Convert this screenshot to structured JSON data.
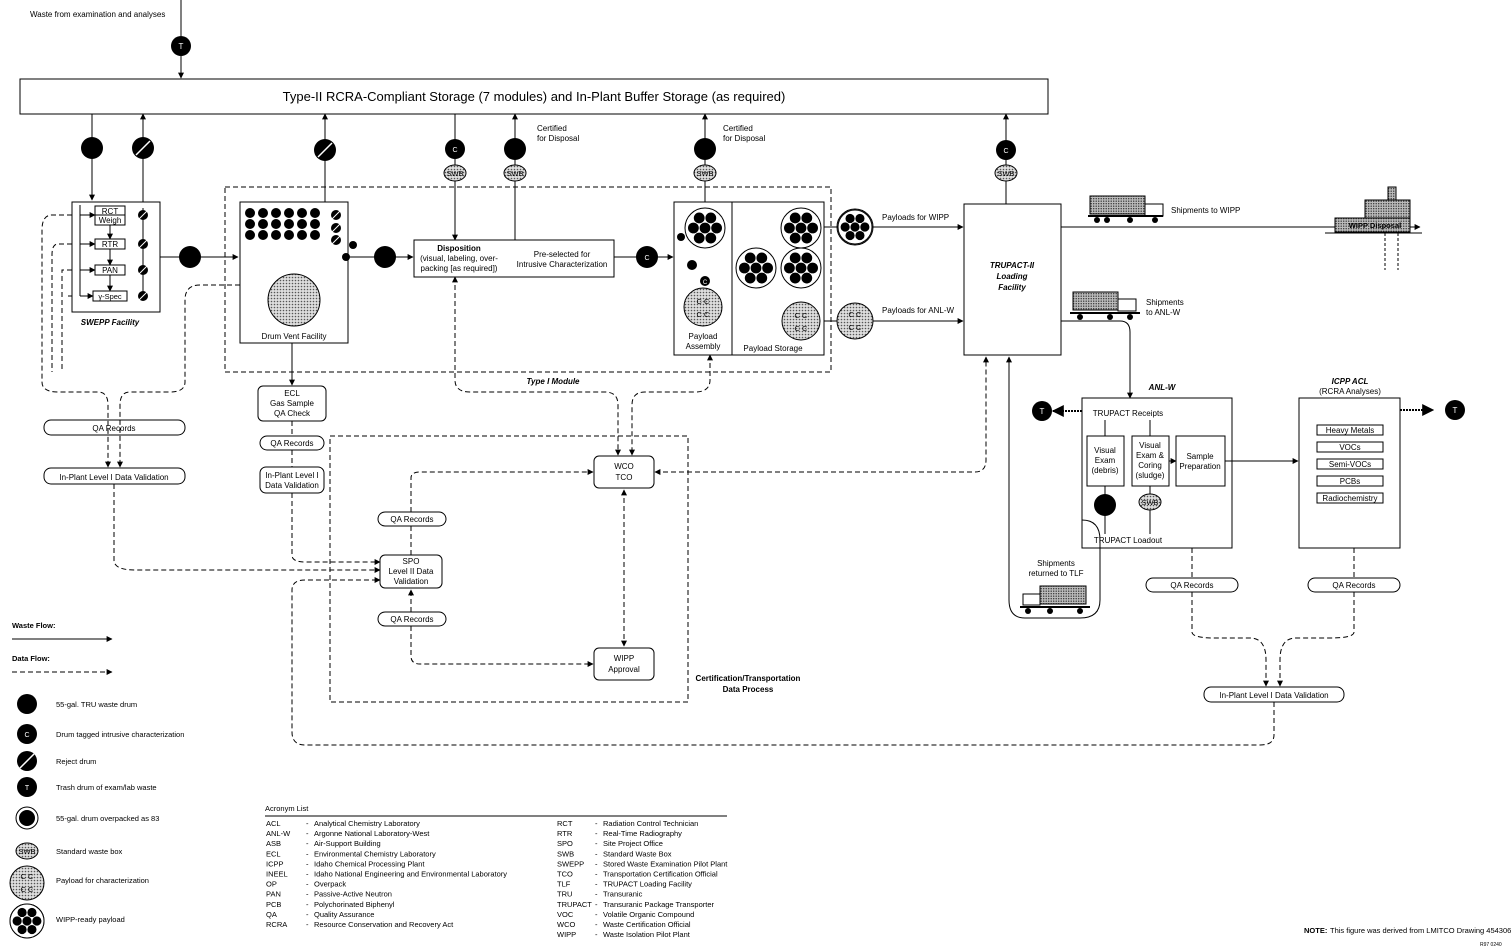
{
  "storage": {
    "title": "Type-II RCRA-Compliant Storage (7 modules) and In-Plant Buffer Storage (as required)"
  },
  "top": {
    "waste_from": "Waste from examination and analyses"
  },
  "certified": {
    "line1": "Certified",
    "line2": "for Disposal"
  },
  "swepp": {
    "label": "SWEPP Facility",
    "rct": "RCT",
    "weigh": "Weigh",
    "rtr": "RTR",
    "pan": "PAN",
    "gamma": "γ-Spec"
  },
  "drumvent": {
    "label": "Drum Vent Facility"
  },
  "disposition": {
    "title": "Disposition",
    "l1": "(visual, labeling, over-",
    "l2": "packing [as required])",
    "pre1": "Pre-selected for",
    "pre2": "Intrusive Characterization"
  },
  "payload": {
    "assembly1": "Payload",
    "assembly2": "Assembly",
    "storage": "Payload Storage"
  },
  "type1": "Type I Module",
  "arrows": {
    "wipp": "Payloads for WIPP",
    "anlw": "Payloads for ANL-W",
    "ship_wipp": "Shipments to WIPP",
    "ship_anl1": "Shipments",
    "ship_anl2": "to ANL-W"
  },
  "trupact": {
    "l1": "TRUPACT-II",
    "l2": "Loading",
    "l3": "Facility"
  },
  "wipp_disposal": "WIPP Disposal",
  "ecl": {
    "l1": "ECL",
    "l2": "Gas Sample",
    "l3": "QA Check"
  },
  "qa_records": "QA Records",
  "inplant1": "In-Plant Level I Data Validation",
  "inplant2": {
    "l1": "In-Plant Level I",
    "l2": "Data Validation"
  },
  "wco": {
    "l1": "WCO",
    "l2": "TCO"
  },
  "spo": {
    "l1": "SPO",
    "l2": "Level II Data",
    "l3": "Validation"
  },
  "wipp_appr": {
    "l1": "WIPP",
    "l2": "Approval"
  },
  "cert": {
    "l1": "Certification/Transportation",
    "l2": "Data Process"
  },
  "anlw": {
    "title": "ANL-W",
    "receipts": "TRUPACT Receipts",
    "loadout": "TRUPACT Loadout",
    "visual": [
      "Visual",
      "Exam",
      "(debris)"
    ],
    "coring": [
      "Visual",
      "Exam &",
      "Coring",
      "(sludge)"
    ],
    "sample": [
      "Sample",
      "Preparation"
    ]
  },
  "icpp": {
    "title": "ICPP ACL",
    "sub": "(RCRA Analyses)",
    "items": [
      "Heavy Metals",
      "VOCs",
      "Semi-VOCs",
      "PCBs",
      "Radiochemistry"
    ]
  },
  "returned": {
    "l1": "Shipments",
    "l2": "returned to TLF"
  },
  "symbols": {
    "t": "T",
    "c": "C",
    "swb": "SWB",
    "cc": "C C"
  },
  "legend": {
    "waste_flow": "Waste Flow:",
    "data_flow": "Data Flow:",
    "items": [
      "55-gal. TRU waste drum",
      "Drum tagged intrusive characterization",
      "Reject drum",
      "Trash drum of exam/lab waste",
      "55-gal. drum overpacked as 83",
      "Standard waste box",
      "Payload for characterization",
      "WIPP-ready payload"
    ]
  },
  "acronyms": {
    "title": "Acronym List",
    "left": [
      [
        "ACL",
        "Analytical Chemistry Laboratory"
      ],
      [
        "ANL-W",
        "Argonne National Laboratory-West"
      ],
      [
        "ASB",
        "Air-Support Building"
      ],
      [
        "ECL",
        "Environmental Chemistry Laboratory"
      ],
      [
        "ICPP",
        "Idaho Chemical Processing Plant"
      ],
      [
        "INEEL",
        "Idaho National Engineering and Environmental Laboratory"
      ],
      [
        "OP",
        "Overpack"
      ],
      [
        "PAN",
        "Passive-Active Neutron"
      ],
      [
        "PCB",
        "Polychorinated Biphenyl"
      ],
      [
        "QA",
        "Quality Assurance"
      ],
      [
        "RCRA",
        "Resource Conservation and Recovery Act"
      ]
    ],
    "right": [
      [
        "RCT",
        "Radiation Control Technician"
      ],
      [
        "RTR",
        "Real-Time Radiography"
      ],
      [
        "SPO",
        "Site Project Office"
      ],
      [
        "SWB",
        "Standard Waste Box"
      ],
      [
        "SWEPP",
        "Stored Waste Examination Pilot Plant"
      ],
      [
        "TCO",
        "Transportation Certification Official"
      ],
      [
        "TLF",
        "TRUPACT Loading Facility"
      ],
      [
        "TRU",
        "Transuranic"
      ],
      [
        "TRUPACT",
        "Transuranic Package Transporter"
      ],
      [
        "VOC",
        "Volatile Organic Compound"
      ],
      [
        "WCO",
        "Waste Certification Official"
      ],
      [
        "WIPP",
        "Waste Isolation Pilot Plant"
      ]
    ]
  },
  "note": {
    "label": "NOTE:",
    "text": "This figure was derived from LMITCO Drawing 454306"
  },
  "code": "R97 0240"
}
